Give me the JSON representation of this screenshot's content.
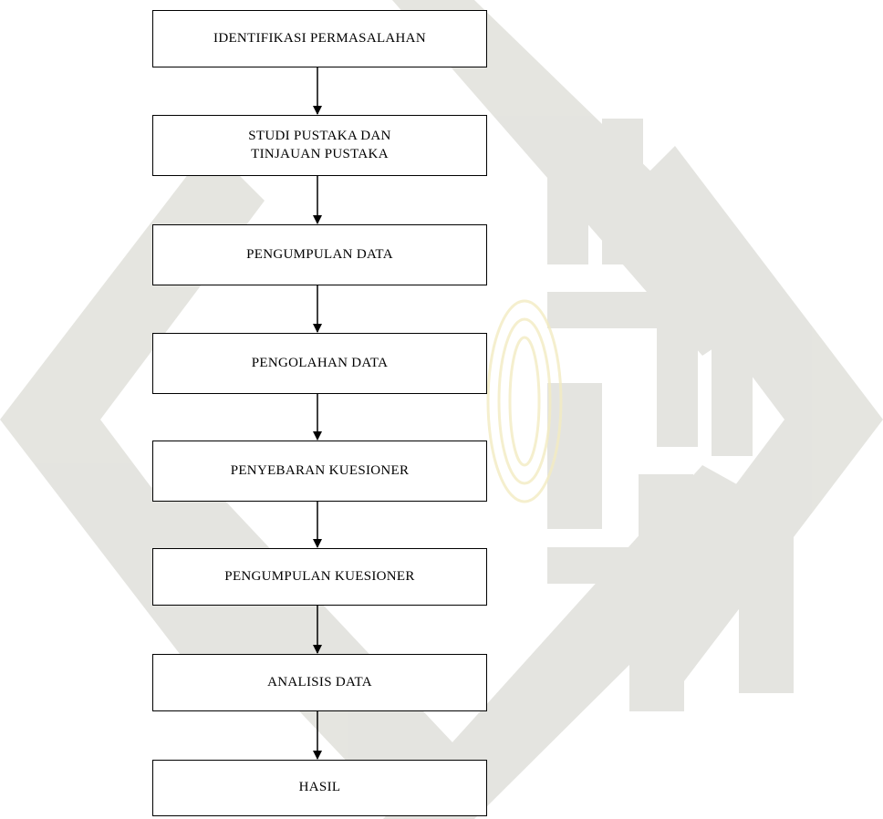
{
  "flowchart": {
    "steps": [
      {
        "label": "IDENTIFIKASI PERMASALAHAN"
      },
      {
        "label": "STUDI PUSTAKA DAN\nTINJAUAN PUSTAKA"
      },
      {
        "label": "PENGUMPULAN DATA"
      },
      {
        "label": "PENGOLAHAN DATA"
      },
      {
        "label": "PENYEBARAN KUESIONER"
      },
      {
        "label": "PENGUMPULAN KUESIONER"
      },
      {
        "label": "ANALISIS DATA"
      },
      {
        "label": "HASIL"
      }
    ]
  },
  "watermark": {
    "color": "#dcdcd6",
    "accent_color": "#f3ecc2"
  }
}
